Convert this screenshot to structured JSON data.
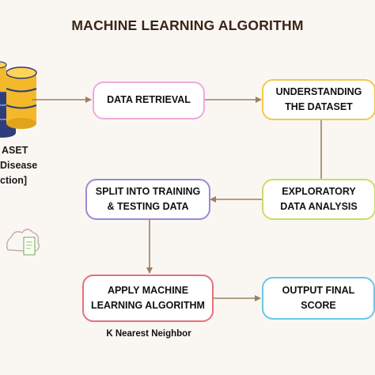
{
  "title": "MACHINE LEARNING ALGORITHM",
  "dataset": {
    "label_lines": [
      "ASET",
      "Disease",
      "ction]"
    ]
  },
  "steps": {
    "data_retrieval": {
      "lines": [
        "DATA RETRIEVAL"
      ]
    },
    "understanding": {
      "lines": [
        "UNDERSTANDING",
        "THE DATASET"
      ]
    },
    "eda": {
      "lines": [
        "EXPLORATORY",
        "DATA ANALYSIS"
      ]
    },
    "split": {
      "lines": [
        "SPLIT INTO TRAINING",
        "& TESTING DATA"
      ]
    },
    "apply": {
      "lines": [
        "APPLY MACHINE",
        "LEARNING ALGORITHM"
      ]
    },
    "output": {
      "lines": [
        "OUTPUT FINAL",
        "SCORE"
      ]
    }
  },
  "algorithm_label": "K Nearest Neighbor",
  "colors": {
    "title": "#3b2418",
    "data_retrieval_border": "#f0a8e0",
    "understanding_border": "#f2c94c",
    "eda_border": "#c9dc6a",
    "split_border": "#9b8ad8",
    "apply_border": "#e8707a",
    "output_border": "#6cc6e6",
    "arrow": "#9b8062",
    "db_gold": "#f3b92b",
    "db_navy": "#2f3d7a"
  }
}
